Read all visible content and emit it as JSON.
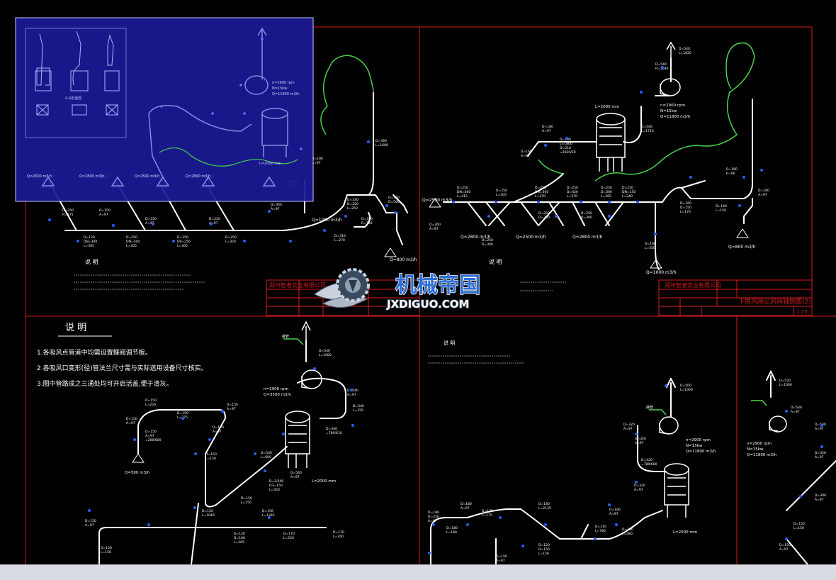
{
  "colors": {
    "background": "#000000",
    "frame": "#d91c1c",
    "duct": "#ffffff",
    "label": "#ffffff",
    "tag": "#2a5cff",
    "hood": "#4ad24a",
    "selection": "#1a1a96",
    "selection_border": "#c8c8ff",
    "watermark_blue": "#2d6fd6",
    "statusbar": "#d9dde3"
  },
  "notes": {
    "title": "说 明",
    "items": [
      "1.各吸风点管道中均需设置蝶阀调节板。",
      "2.各吸风口变形(径)管法兰尺寸需与实际选用设备尺寸核实。",
      "3.图中管路成之三通处均可开启活盖,便于清灰。"
    ]
  },
  "top_notes_title": "说 明",
  "right_notes_title": "说 明",
  "fan_block": {
    "speed": "n=2900 rpm",
    "power": "N=15kw",
    "flow": "Q=11800 m3/h"
  },
  "fan_block_b": {
    "speed": "n=2900 rpm",
    "flow": "Q=3500 m3/h"
  },
  "collector_length": "L=2000 mm",
  "flows": {
    "a": "Q=2500 m3/h",
    "b": "Q=2800 m3/h",
    "c": "Q=2500 m3/h",
    "d": "Q=2800 m3/h",
    "e": "Q=1000 m3/h",
    "f": "Q=800 m3/h",
    "g": "Q=500 m3/h"
  },
  "title_block": {
    "company": "郑州智者实业有限公司",
    "drawing": "下层风除尘风网轴侧图(2)",
    "scale": "1:25"
  },
  "watermark": {
    "cn": "机械帝国",
    "en": "JXDIGUO.COM"
  },
  "detail_label": "A-A剖面图",
  "vent_label": "接管"
}
